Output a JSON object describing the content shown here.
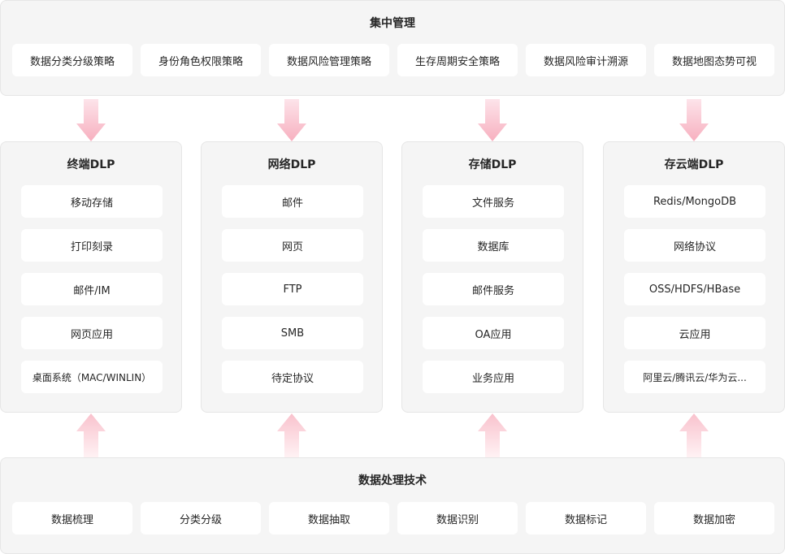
{
  "top": {
    "title": "集中管理",
    "items": [
      "数据分类分级策略",
      "身份角色权限策略",
      "数据风险管理策略",
      "生存周期安全策略",
      "数据风险审计溯源",
      "数据地图态势可视"
    ]
  },
  "columns": [
    {
      "title": "终端DLP",
      "items": [
        "移动存储",
        "打印刻录",
        "邮件/IM",
        "网页应用",
        "桌面系统（MAC/WINLIN）"
      ]
    },
    {
      "title": "网络DLP",
      "items": [
        "邮件",
        "网页",
        "FTP",
        "SMB",
        "待定协议"
      ]
    },
    {
      "title": "存储DLP",
      "items": [
        "文件服务",
        "数据库",
        "邮件服务",
        "OA应用",
        "业务应用"
      ]
    },
    {
      "title": "存云端DLP",
      "items": [
        "Redis/MongoDB",
        "网络协议",
        "OSS/HDFS/HBase",
        "云应用",
        "阿里云/腾讯云/华为云..."
      ]
    }
  ],
  "bottom": {
    "title": "数据处理技术",
    "items": [
      "数据梳理",
      "分类分级",
      "数据抽取",
      "数据识别",
      "数据标记",
      "数据加密"
    ]
  },
  "colors": {
    "panel_bg": "#f5f5f5",
    "chip_bg": "#ffffff",
    "arrow_down": "#f7b9c4",
    "arrow_up": "#fbd9e0"
  }
}
